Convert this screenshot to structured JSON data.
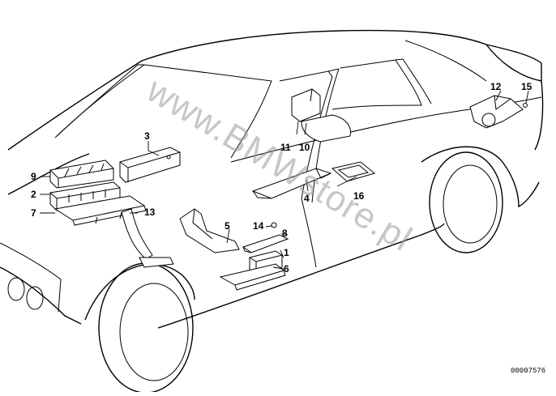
{
  "watermark": "www.BMWstore.pl",
  "reference_number": "00007576",
  "callouts": {
    "c1": "1",
    "c2": "2",
    "c3": "3",
    "c4": "4",
    "c5": "5",
    "c6": "6",
    "c7": "7",
    "c8": "8",
    "c9": "9",
    "c10": "10",
    "c11": "11",
    "c12": "12",
    "c13": "13",
    "c14": "14",
    "c15": "15",
    "c16": "16"
  }
}
